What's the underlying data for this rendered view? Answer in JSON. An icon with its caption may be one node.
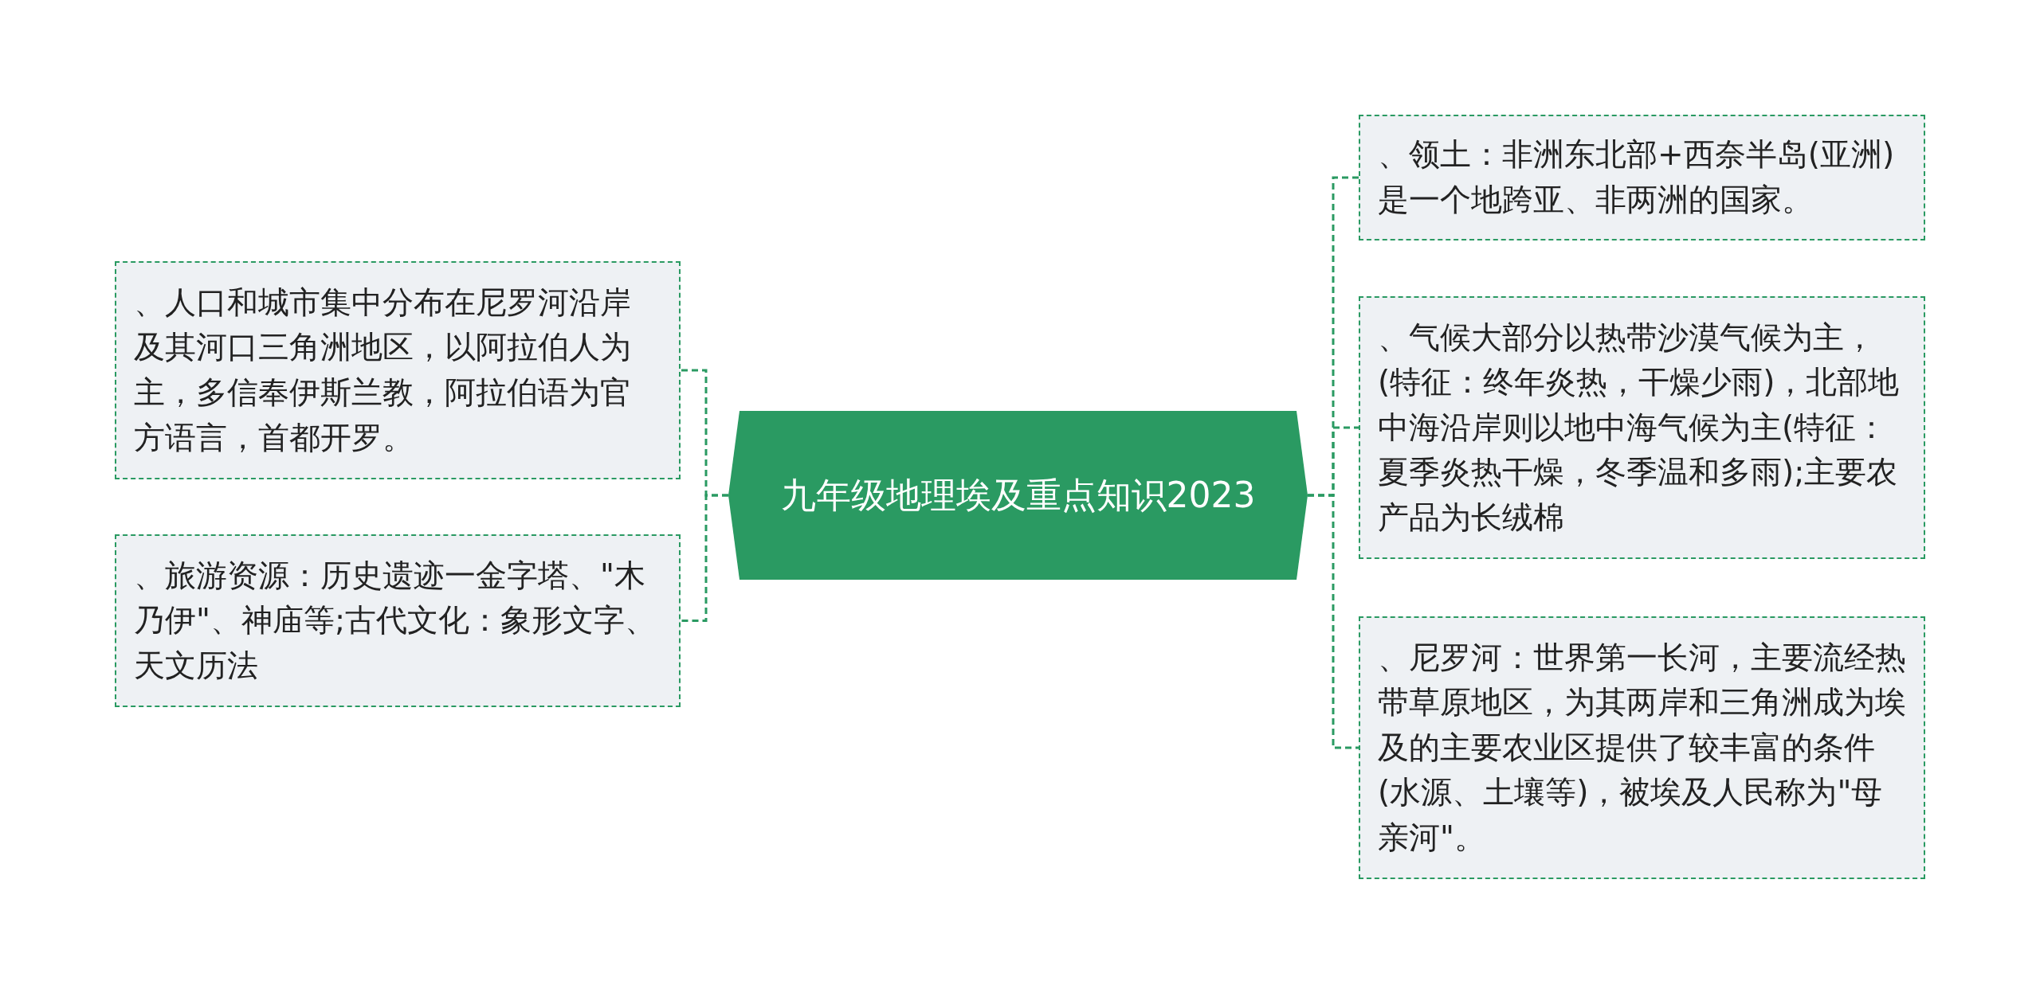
{
  "diagram": {
    "nodes": [
      {
        "text": [
          "九年级地理埃及重点知识2023"
        ]
      },
      {
        "text": [
          "、人口和城市集中分布在尼罗河沿岸及其河口三角洲地区，以阿拉伯人为主，多信奉伊斯兰教，阿拉伯语为官方语言，首都开罗。"
        ]
      },
      {
        "text": [
          "、旅游资源：历史遗迹一金字塔、\"木乃伊\"、神庙等;古代文化：象形文字、天文历法"
        ]
      },
      {
        "text": [
          "、领土：非洲东北部+西奈半岛(亚洲)是一个地跨亚、非两洲的国家。"
        ]
      },
      {
        "text": [
          "、气候大部分以热带沙漠气候为主，(特征：终年炎热，干燥少雨)，北部地中海沿岸则以地中海气候为主(特征：夏季炎热干燥，冬季温和多雨);主要农产品为长绒棉"
        ]
      },
      {
        "text": [
          "、尼罗河：世界第一长河，主要流经热带草原地区，为其两岸和三角洲成为埃及的主要农业区提供了较丰富的条件(水源、土壤等)，被埃及人民称为\"母亲河\"。"
        ]
      }
    ],
    "edges": [
      {
        "from": 0,
        "to": 1,
        "arrow": "none"
      },
      {
        "from": 0,
        "to": 2,
        "arrow": "none"
      },
      {
        "from": 0,
        "to": 3,
        "arrow": "none"
      },
      {
        "from": 0,
        "to": 4,
        "arrow": "none"
      },
      {
        "from": 0,
        "to": 5,
        "arrow": "none"
      }
    ]
  }
}
